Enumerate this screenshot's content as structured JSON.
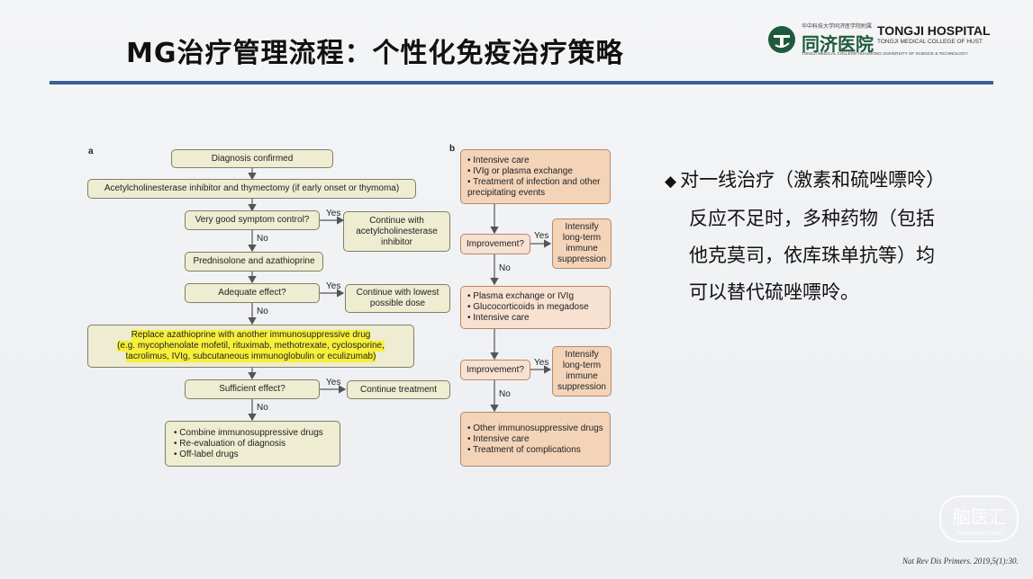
{
  "slide": {
    "title": "MG治疗管理流程：个性化免疫治疗策略",
    "citation": "Nat Rev Dis Primers. 2019,5(1):30.",
    "accent_color": "#3b5f98"
  },
  "logo": {
    "cn_name": "同济医院",
    "top_line": "华中科技大学同济医学院附属",
    "en_name": "TONGJI HOSPITAL",
    "en_sub": "TONGJI MEDICAL COLLEGE OF HUST",
    "en_sub2": "TONGJI MEDICAL COLLEGE HUAZHONG UNIVERSITY OF SCIENCE & TECHNOLOGY",
    "icon": "tongji-logo-icon"
  },
  "panel_a": {
    "letter": "a",
    "diagnosis": "Diagnosis confirmed",
    "ache": "Acetylcholinesterase inhibitor and thymectomy (if early onset or thymoma)",
    "q1": "Very good symptom control?",
    "q1_yes": "Continue with acetylcholinesterase inhibitor",
    "pred": "Prednisolone and azathioprine",
    "q2": "Adequate effect?",
    "q2_yes": "Continue with lowest possible dose",
    "replace_line1": "Replace azathioprine with another immunosuppressive drug",
    "replace_line2": "(e.g. mycophenolate mofetil, rituximab, methotrexate, cyclosporine,",
    "replace_line3": "tacrolimus, IVIg, subcutaneous immunoglobulin or eculizumab)",
    "q3": "Sufficient effect?",
    "q3_yes": "Continue treatment",
    "final_items": [
      "Combine immunosuppressive drugs",
      "Re-evaluation of diagnosis",
      "Off-label drugs"
    ],
    "yes": "Yes",
    "no": "No",
    "box_color": "#eeecd1"
  },
  "panel_b": {
    "letter": "b",
    "start_items": [
      "Intensive care",
      "IVIg or plasma exchange",
      "Treatment of infection and other precipitating events"
    ],
    "improvement": "Improvement?",
    "intensify": "Intensify long-term immune suppression",
    "mid_items": [
      "Plasma exchange or IVIg",
      "Glucocorticoids in megadose",
      "Intensive care"
    ],
    "end_items": [
      "Other immunosuppressive drugs",
      "Intensive care",
      "Treatment of complications"
    ],
    "yes": "Yes",
    "no": "No",
    "box_color": "#f3d4b9"
  },
  "bullet": {
    "marker": "◆",
    "lines": [
      "对一线治疗（激素和硫唑嘌呤）",
      "反应不足时，多种药物（包括",
      "他克莫司，依库珠单抗等）均",
      "可以替代硫唑嘌呤。"
    ]
  },
  "watermark": {
    "text": "脑医汇",
    "sub": "brainmed.com"
  }
}
